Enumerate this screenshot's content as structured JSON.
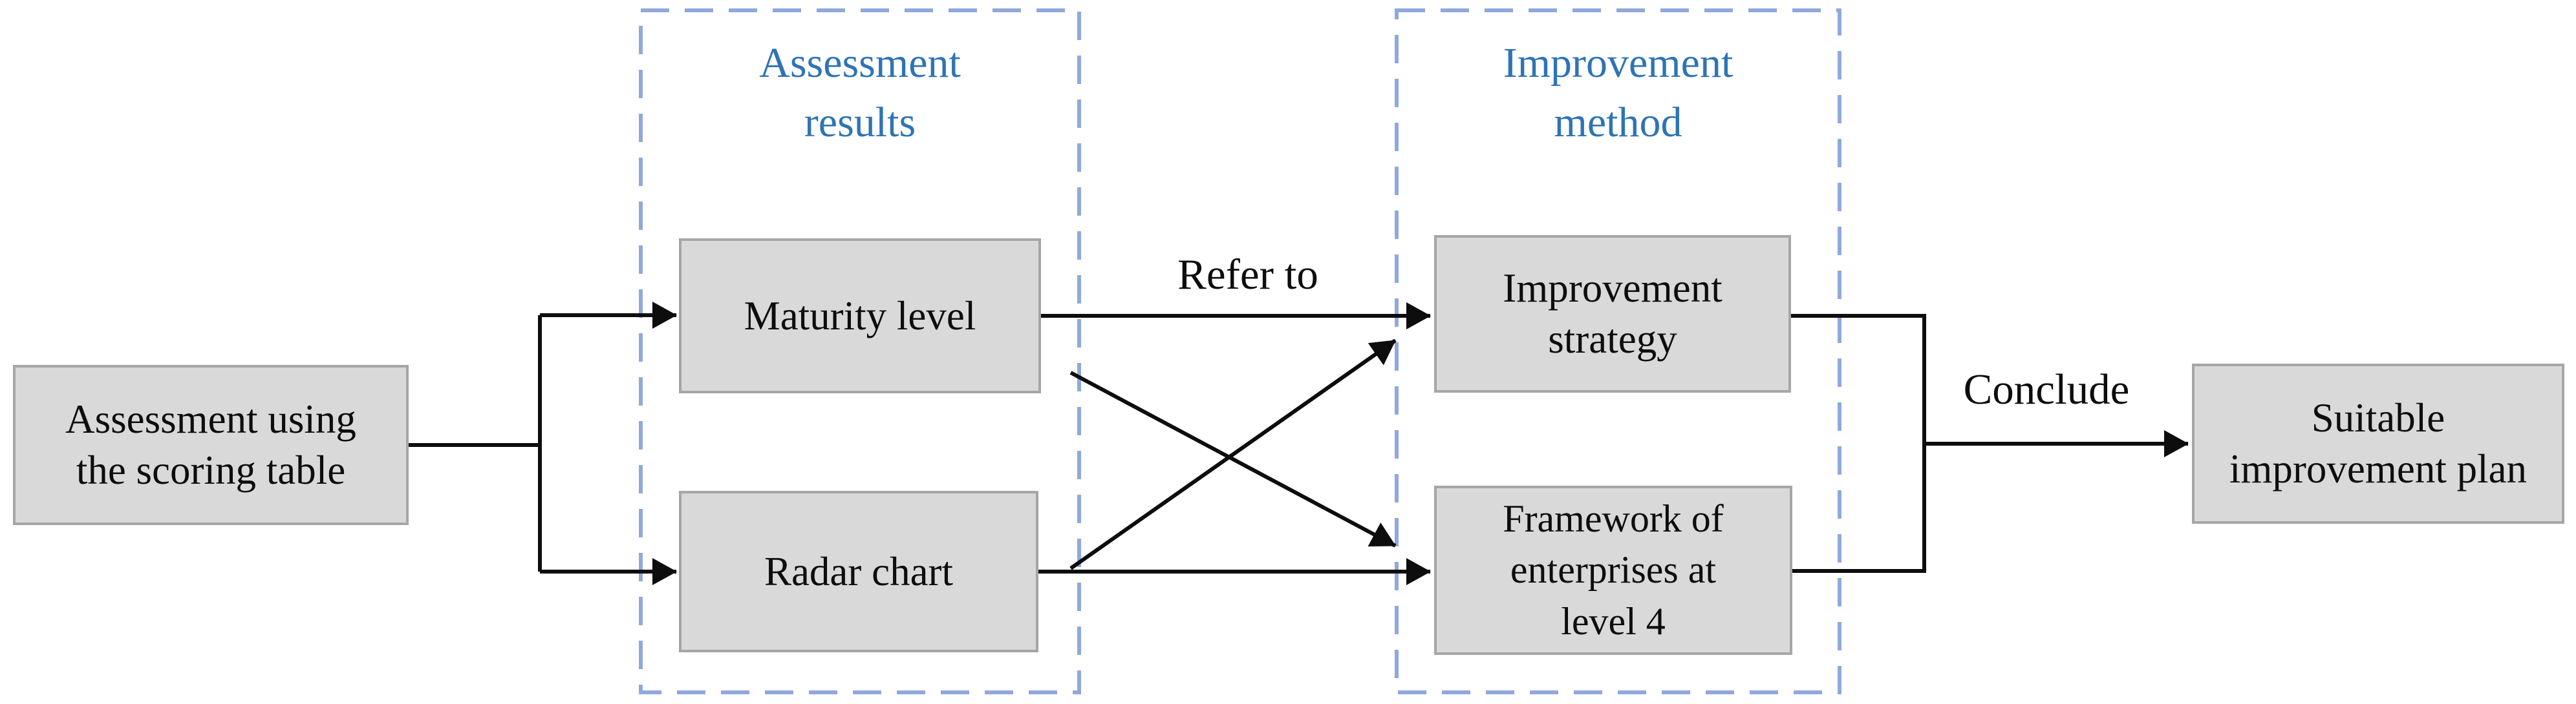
{
  "diagram_title": "",
  "colors": {
    "background": "#ffffff",
    "node_fill": "#d9d9d9",
    "node_border": "#a6a6a6",
    "group_border": "#8fa9dc",
    "group_title": "#2e74b5",
    "line": "#0d0d0d",
    "text": "#0d0d0d"
  },
  "nodes": {
    "assessment": {
      "label": "Assessment using\nthe scoring table"
    },
    "maturity": {
      "label": "Maturity level"
    },
    "radar": {
      "label": "Radar chart"
    },
    "strategy": {
      "label": "Improvement\nstrategy"
    },
    "framework": {
      "label": "Framework of\nenterprises at\nlevel 4"
    },
    "plan": {
      "label": "Suitable\nimprovement plan"
    }
  },
  "groups": {
    "assessment_results": {
      "title": "Assessment\nresults"
    },
    "improvement_method": {
      "title": "Improvement\nmethod"
    }
  },
  "edge_labels": {
    "refer_to": "Refer to",
    "conclude": "Conclude"
  }
}
